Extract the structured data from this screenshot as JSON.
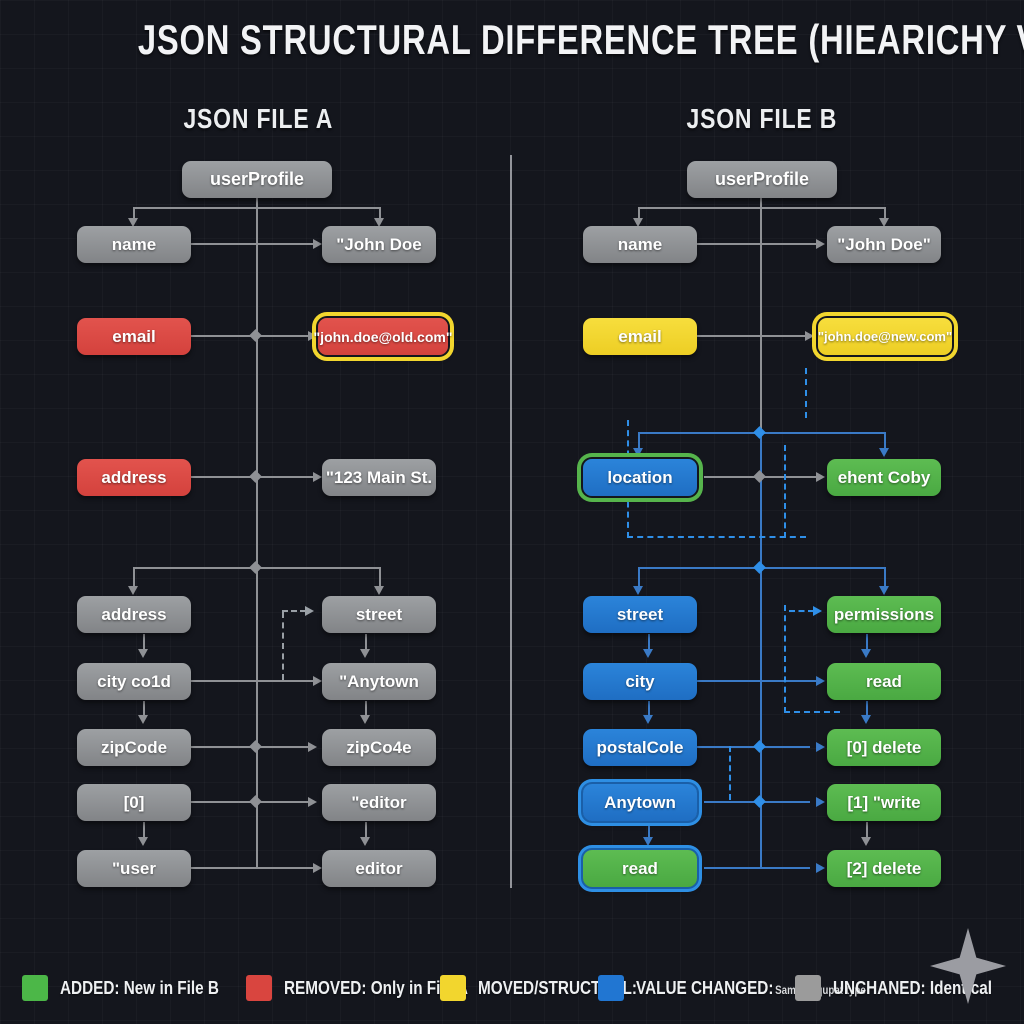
{
  "title": "JSON STRUCTURAL DIFFERENCE TREE (HIEARICHY VIEW)",
  "file_a": {
    "header": "JSON FILE A",
    "root": "userProfile",
    "name_key": "name",
    "name_value": "\"John Doe",
    "email_key": "email",
    "email_value": "\"john.doe@old.com\"",
    "address_key": "address",
    "address_value": "\"123 Main St.",
    "address2_key": "address",
    "street_value": "street",
    "city_key": "city co1d",
    "city_value": "\"Anytown",
    "zip_key": "zipCode",
    "zip_value": "zipCo4e",
    "index_key": "[0]",
    "index_value": "\"editor",
    "user_key": "\"user",
    "user_value": "editor"
  },
  "file_b": {
    "header": "JSON FILE B",
    "root": "userProfile",
    "name_key": "name",
    "name_value": "\"John Doe\"",
    "email_key": "email",
    "email_value": "\"john.doe@new.com\"",
    "location_key": "location",
    "location_value": "ehent Coby",
    "street_key": "street",
    "permissions_value": "permissions",
    "city_key": "city",
    "read_value": "read",
    "postal_key": "postalCole",
    "delete0_value": "[0] delete",
    "anytown_key": "Anytown",
    "write1_value": "[1] \"write",
    "read_key": "read",
    "delete2_value": "[2] delete"
  },
  "legend": [
    {
      "label": "ADDED: New in File B",
      "color": "#4cb748"
    },
    {
      "label": "REMOVED: Only in File A",
      "color": "#d9453f"
    },
    {
      "label": "MOVED/STRUCTRAL:",
      "color": "#f2d62e"
    },
    {
      "label": "VALUE CHANGED:",
      "sublabel": "Same Vqqupat type",
      "color": "#2176d2"
    },
    {
      "label": "UNCHANED: Identical",
      "color": "#9b9b9b"
    }
  ],
  "decor": {
    "sparkle_icon": "✦"
  },
  "colors": {
    "background": "#14161d",
    "node_gray": "#8e9093",
    "node_red": "#d9453f",
    "node_yellow": "#f2d62e",
    "node_blue": "#2176d2",
    "node_green": "#53b64a",
    "edge_gray": "#8f9195",
    "edge_blue": "#3a7ac6",
    "dash_blue": "#2f8fe8"
  }
}
